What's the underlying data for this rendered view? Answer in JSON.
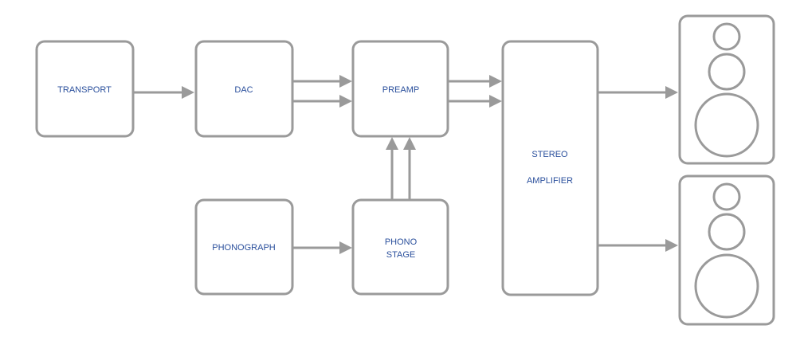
{
  "diagram": {
    "line_color": "#9a9a9a",
    "label_color": "#2a4f9c",
    "blocks": {
      "transport": "TRANSPORT",
      "dac": "DAC",
      "preamp": "PREAMP",
      "phonograph": "PHONOGRAPH",
      "phono_stage": {
        "line1": "PHONO",
        "line2": "STAGE"
      },
      "stereo_amplifier": {
        "line1": "STEREO",
        "line2": "AMPLIFIER"
      }
    },
    "speaker_icon": "loudspeaker-icon"
  }
}
